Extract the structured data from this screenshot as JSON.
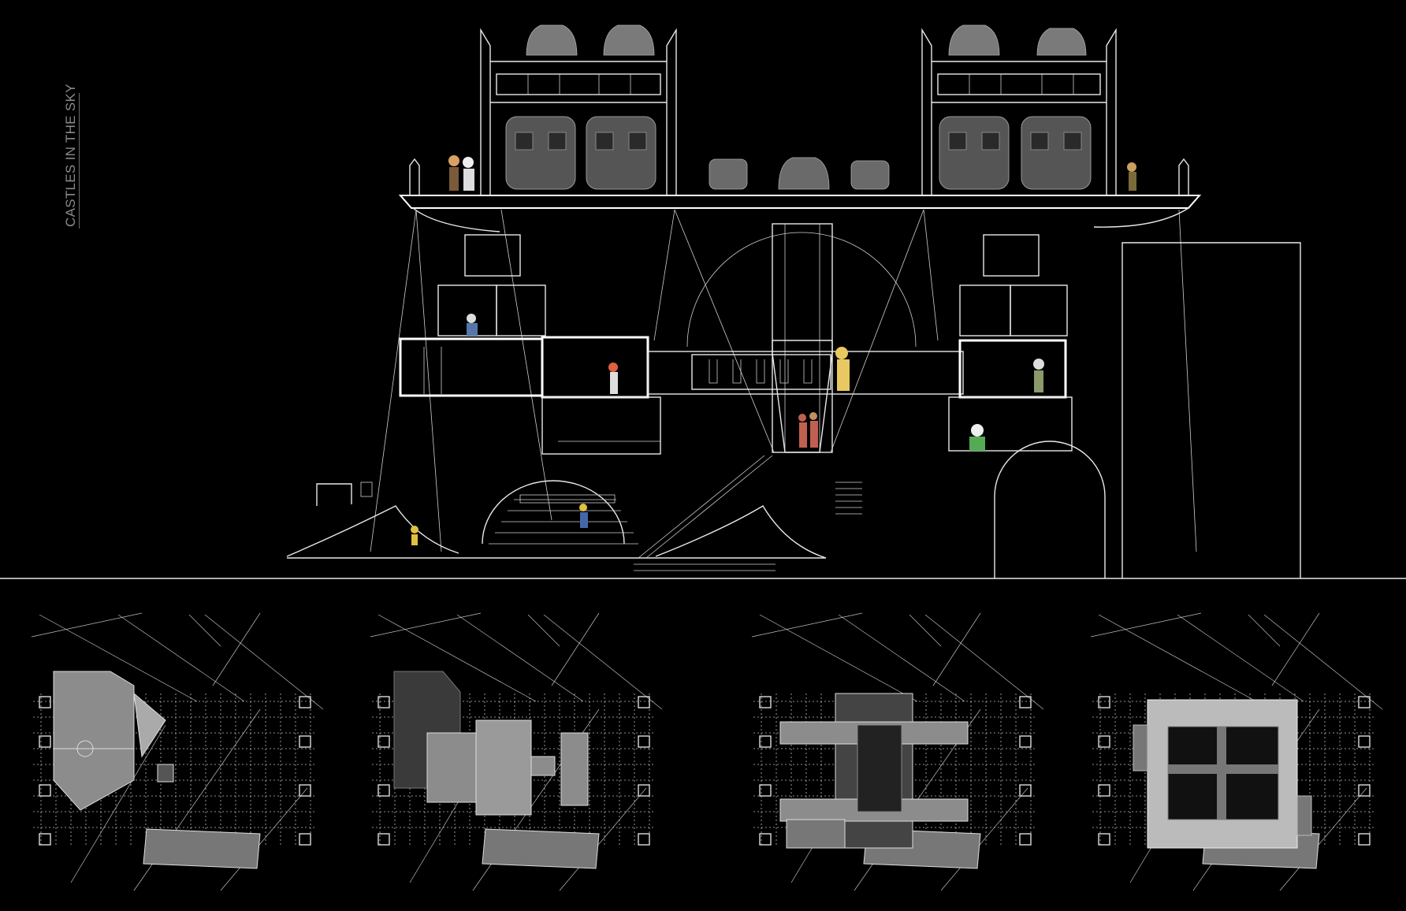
{
  "sheet": {
    "title": "CASTLES IN THE SKY",
    "background": "#000000",
    "line_color": "#e8e8e8",
    "fill_gray": "#8c8c8c"
  },
  "section_drawing": {
    "icon": "building-section-drawing",
    "vehicles_top": [
      "car-icon",
      "car-icon",
      "car-icon",
      "car-icon"
    ],
    "subway_cars": 4,
    "street_cars": 3
  },
  "floor_plans": [
    {
      "icon": "plaza-level-plan"
    },
    {
      "icon": "ground-level-plan"
    },
    {
      "icon": "mid-level-plan"
    },
    {
      "icon": "upper-level-plan"
    }
  ]
}
